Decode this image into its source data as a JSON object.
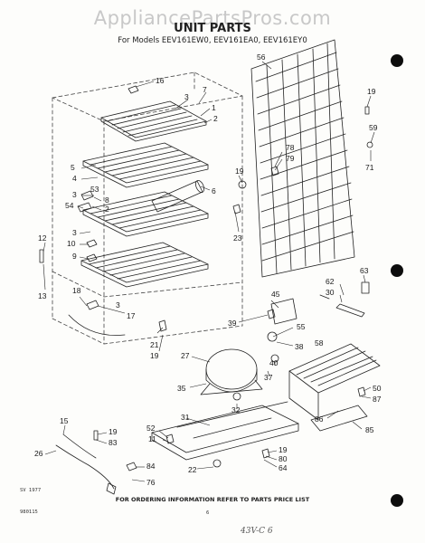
{
  "watermark": "AppliancePartsPros.com",
  "title": "UNIT PARTS",
  "subtitle": "For Models EEV161EW0, EEV161EA0, EEV161EY0",
  "footer": "FOR ORDERING INFORMATION REFER TO PARTS PRICE LIST",
  "corner_code_top": "SV 1977",
  "corner_code_bottom": "980115",
  "page_mark": "6",
  "handwritten_note": "43V-C 6",
  "callouts": {
    "c16": "16",
    "c3a": "3",
    "c7": "7",
    "c1": "1",
    "c2a": "2",
    "c5": "5",
    "c4": "4",
    "c3b": "3",
    "c53": "53",
    "c8": "8",
    "c54": "54",
    "c2b": "2",
    "c3c": "3",
    "c10": "10",
    "c9": "9",
    "c12": "12",
    "c13": "13",
    "c18": "18",
    "c3d": "3",
    "c17": "17",
    "c21": "21",
    "c19a": "19",
    "c6": "6",
    "c23": "23",
    "c19b": "19",
    "c56": "56",
    "c78": "78",
    "c79": "79",
    "c19c": "19",
    "c59": "59",
    "c71": "71",
    "c63": "63",
    "c62": "62",
    "c30": "30",
    "c45": "45",
    "c39": "39",
    "c55": "55",
    "c58": "58",
    "c38": "38",
    "c27": "27",
    "c40": "40",
    "c37": "37",
    "c35": "35",
    "c32": "32",
    "c50": "50",
    "c87": "87",
    "c86": "86",
    "c85": "85",
    "c31": "31",
    "c52": "52",
    "c11": "11",
    "c19d": "19",
    "c80": "80",
    "c64": "64",
    "c22": "22",
    "c84": "84",
    "c76": "76",
    "c15": "15",
    "c83": "83",
    "c19e": "19",
    "c26": "26"
  }
}
